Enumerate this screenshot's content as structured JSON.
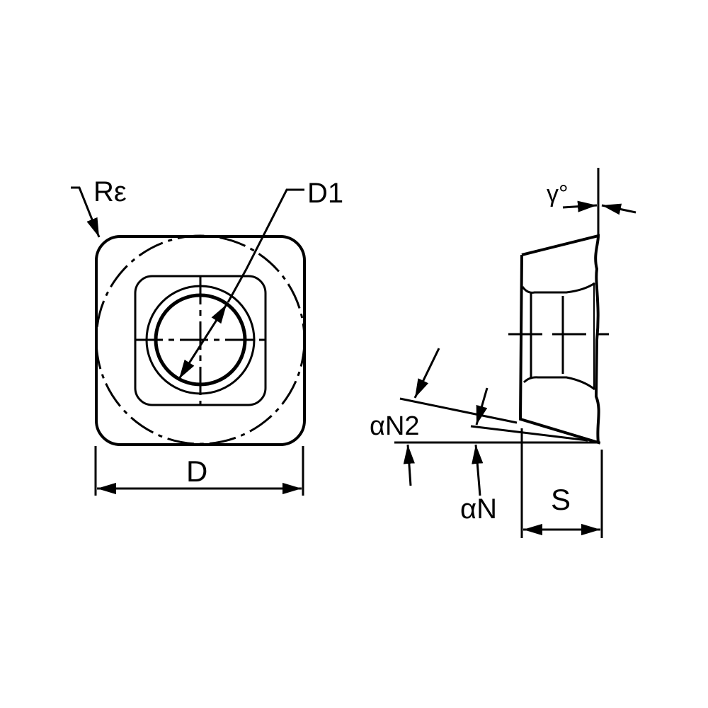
{
  "diagram": {
    "front_view": {
      "corner_radius_label": "Rε",
      "hole_diameter_label": "D1",
      "width_label": "D"
    },
    "side_view": {
      "rake_angle_label": "γ°",
      "clearance_angle_label": "αN",
      "secondary_clearance_label": "αN2",
      "thickness_label": "S"
    },
    "colors": {
      "ink": "#000000",
      "background": "#ffffff"
    }
  }
}
